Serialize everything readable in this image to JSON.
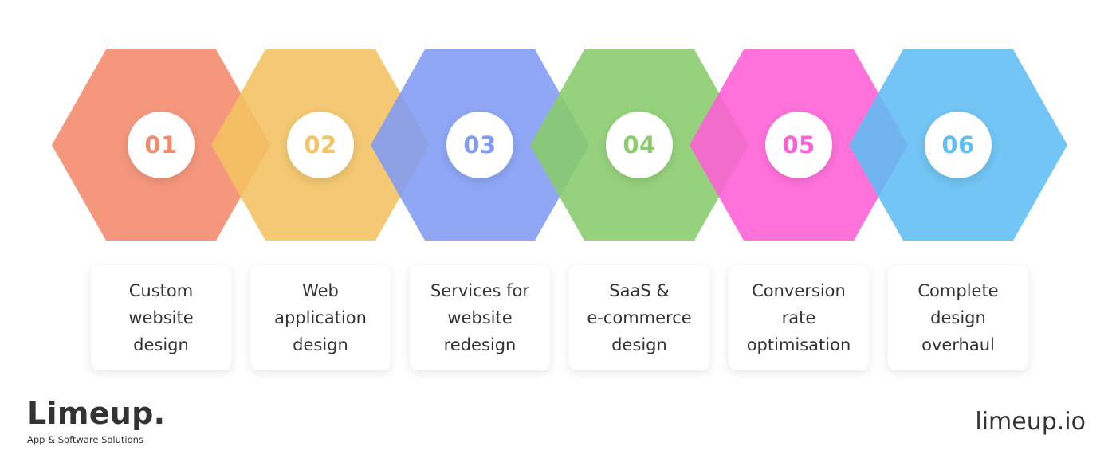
{
  "steps": [
    {
      "number": "01",
      "lines": [
        "Custom",
        "website",
        "design"
      ],
      "color": "#F4896B"
    },
    {
      "number": "02",
      "lines": [
        "Web",
        "application",
        "design"
      ],
      "color": "#F4C260"
    },
    {
      "number": "03",
      "lines": [
        "Services for",
        "website",
        "redesign"
      ],
      "color": "#7F9BF4"
    },
    {
      "number": "04",
      "lines": [
        "SaaS &",
        "e-commerce",
        "design"
      ],
      "color": "#88CC6B"
    },
    {
      "number": "05",
      "lines": [
        "Conversion",
        "rate",
        "optimisation"
      ],
      "color": "#FF5DD6"
    },
    {
      "number": "06",
      "lines": [
        "Complete",
        "design",
        "overhaul"
      ],
      "color": "#5EBDF3"
    }
  ],
  "brand": {
    "logo_text": "Limeup.",
    "tagline": "App & Software Solutions",
    "url": "limeup.io"
  }
}
